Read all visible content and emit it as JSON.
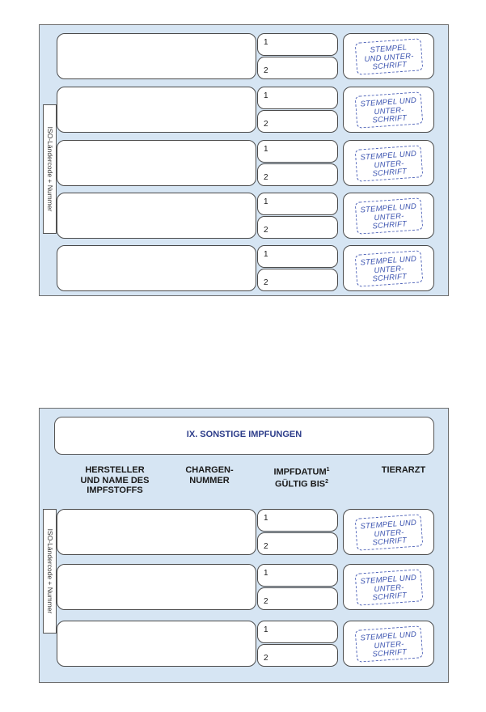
{
  "side_label": "ISO-Ländercode + Nummer",
  "date_numbers": [
    "1",
    "2"
  ],
  "stamp_lines": [
    [
      "STEMPEL",
      "UND UNTER-",
      "SCHRIFT"
    ],
    [
      "STEMPEL UND",
      "UNTER-",
      "SCHRIFT"
    ],
    [
      "STEMPEL UND",
      "UNTER-",
      "SCHRIFT"
    ],
    [
      "STEMPEL UND",
      "UNTER-",
      "SCHRIFT"
    ],
    [
      "STEMPEL UND",
      "UNTER-",
      "SCHRIFT"
    ],
    [
      "STEMPEL UND",
      "UNTER-",
      "SCHRIFT"
    ],
    [
      "STEMPEL UND",
      "UNTER-",
      "SCHRIFT"
    ],
    [
      "STEMPEL UND",
      "UNTER-",
      "SCHRIFT"
    ]
  ],
  "section_title": "IX. SONSTIGE IMPFUNGEN",
  "columns": {
    "manufacturer": [
      "HERSTELLER",
      "UND NAME DES",
      "IMPFSTOFFS"
    ],
    "batch": [
      "CHARGEN-",
      "NUMMER"
    ],
    "date_main": "IMPFDATUM",
    "date_sup": "1",
    "valid_main": "GÜLTIG BIS",
    "valid_sup": "2",
    "vet": "TIERARZT"
  },
  "colors": {
    "panel_background": "#d6e5f3",
    "stamp_blue": "#3c54b0",
    "title_blue": "#2d3d8a"
  }
}
